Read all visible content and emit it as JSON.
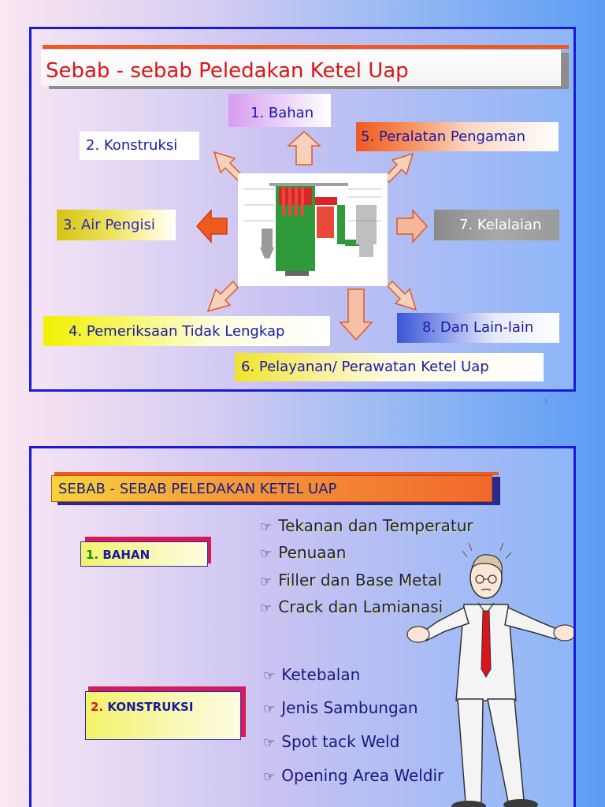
{
  "slide1": {
    "title": "Sebab - sebab Peledakan Ketel Uap",
    "causes": {
      "bahan": "1. Bahan",
      "konstruksi": "2. Konstruksi",
      "air_pengisi": "3. Air Pengisi",
      "pemeriksaan": "4. Pemeriksaan Tidak Lengkap",
      "peralatan": "5. Peralatan Pengaman",
      "pelayanan": "6. Pelayanan/ Perawatan Ketel Uap",
      "kelalaian": "7. Kelalaian",
      "lain_lain": "8. Dan Lain-lain"
    }
  },
  "page_number": "1",
  "slide2": {
    "title": "SEBAB - SEBAB PELEDAKAN KETEL UAP",
    "section1": {
      "num": "1.",
      "label": "BAHAN"
    },
    "section1_bullets": [
      "Tekanan dan Temperatur",
      "Penuaan",
      "Filler dan Base Metal",
      "Crack dan Lamianasi"
    ],
    "section2": {
      "num": "2.",
      "label": "KONSTRUKSI"
    },
    "section2_bullets": [
      "Ketebalan",
      "Jenis Sambungan",
      "Spot tack Weld",
      "Opening Area Weldir"
    ],
    "bullet_glyph": "☞"
  },
  "colors": {
    "border": "#1a1ad6",
    "title_red": "#d8161b",
    "accent_orange": "#f15a1e",
    "text_blue": "#1a1aa8"
  }
}
